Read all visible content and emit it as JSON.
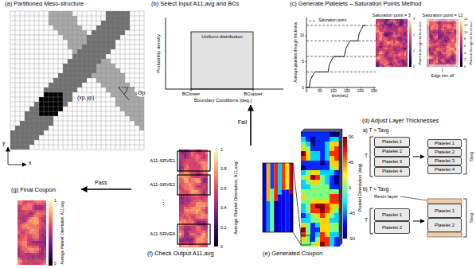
{
  "diagram": {
    "nodes": [
      {
        "text": [
          "(a) Partitioned Meso-structure"
        ]
      },
      {
        "text": [
          "(b) Select Input A11,avg and BCs"
        ]
      },
      {
        "text": [
          "(c) Generate Platelets – Saturation Points Method"
        ]
      },
      {
        "text": [
          "(d) Adjust Layer Thicknesses"
        ]
      },
      {
        "text": [
          "Platelet 1"
        ],
        "in": 3
      },
      {
        "text": [
          "Platelet 2"
        ],
        "in": 3
      },
      {
        "text": [
          "Platelet 3"
        ],
        "in": 3
      },
      {
        "text": [
          "Platelet 4"
        ],
        "in": 3
      },
      {
        "text": [
          "Platelet 1"
        ],
        "in": 3
      },
      {
        "text": [
          "Platelet 2"
        ],
        "in": 3
      },
      {
        "text": [
          "Platelet 3"
        ],
        "in": 3
      },
      {
        "text": [
          "Platelet 4"
        ],
        "in": 3
      },
      {
        "text": [
          "Platelet 1"
        ],
        "in": 3
      },
      {
        "text": [
          "Platelet 2"
        ],
        "in": 3
      },
      {
        "text": [
          "Platelet 1"
        ],
        "in": 3
      },
      {
        "text": [
          "Platelet 2"
        ],
        "in": 3
      },
      {
        "text": [
          "(e) Generated Coupon"
        ]
      },
      {
        "text": [
          "(f) Check Output A11,avg"
        ]
      },
      {
        "text": [
          "(g) Final Coupon"
        ]
      }
    ],
    "edges": [
      {
        "from": 17,
        "to": 1,
        "arrow": "to",
        "label": "Fail"
      },
      {
        "from": 17,
        "to": 18,
        "arrow": "to",
        "label": "Pass"
      }
    ],
    "labels": [
      "Θp",
      "(xp,yp)",
      "y",
      "x",
      "Probability density",
      "Uniform distribution",
      "BClower",
      "BCupper",
      "Boundary Conditions [deg.]",
      "Average platelets through thickness",
      "0",
      "5",
      "10",
      "0",
      "50",
      "100",
      "150",
      "200",
      "250",
      "time(sec)",
      "Saturation point = 3",
      "Saturation point = 12",
      "0",
      "1",
      "2",
      "3",
      "Platelets through the thickness",
      "0",
      "2",
      "4",
      "6",
      "8",
      "10",
      "12",
      "14",
      "Platelets through the thickness",
      "Edge trim off",
      "a) T > Tavg",
      "T",
      "Tavg",
      "b) T < Tavg",
      "Resin layer",
      "T",
      "Tavg",
      "90",
      "45",
      "0",
      "-45",
      "-90",
      "Platelet Orientation [deg]",
      "A11-SRVE1",
      "A11-SRVE2",
      "⋮",
      "A11-SRVE6",
      "0",
      "0.2",
      "0.4",
      "0.6",
      "0.8",
      "1",
      "Average Platelet Orientation, A11,avg",
      "1",
      "0",
      "Average Platelet Orientation, A11,avg"
    ],
    "legend": [
      {
        "text": "Saturation point"
      }
    ]
  }
}
